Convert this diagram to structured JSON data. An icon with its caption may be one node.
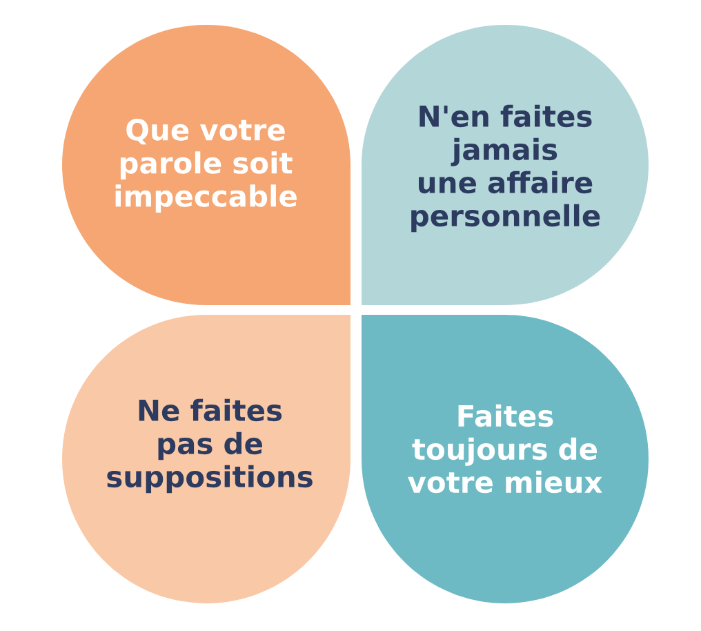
{
  "diagram": {
    "nodes": [
      {
        "text": [
          "Que votre parole soit impeccable"
        ]
      },
      {
        "text": [
          "N'en faites jamais une affaire personnelle"
        ]
      },
      {
        "text": [
          "Ne faites pas de suppositions"
        ]
      },
      {
        "text": [
          "Faites toujours de votre mieux"
        ]
      }
    ]
  }
}
